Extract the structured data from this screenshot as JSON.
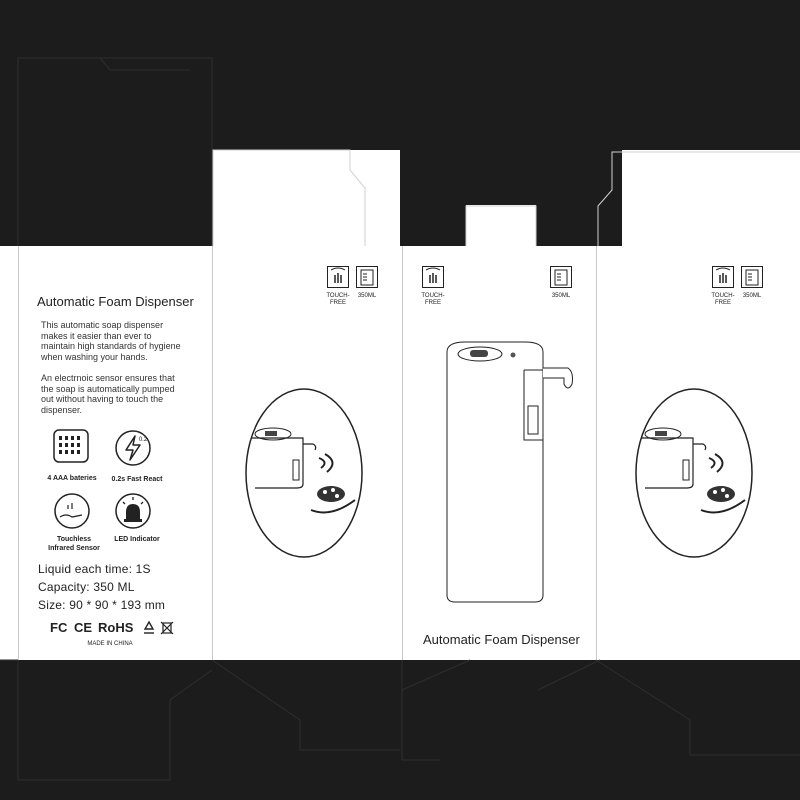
{
  "side_panel": {
    "title": "Automatic Foam Dispenser",
    "paragraph1": "This automatic soap dispenser\nmakes it easier than ever  to\nmaintain high standards of hygiene\nwhen washing your hands.",
    "paragraph2": "An electrnoic sensor ensures that\nthe soap is automatically pumped\nout without  having to touch the\ndispenser.",
    "features": [
      {
        "icon": "battery-grid-icon",
        "label": "4 AAA bateries"
      },
      {
        "icon": "lightning-icon",
        "label": "0.2s Fast React",
        "badge": "0.2"
      },
      {
        "icon": "touchless-sensor-icon",
        "label": "Touchless\nInfrared Sensor"
      },
      {
        "icon": "led-indicator-icon",
        "label": "LED Indicator"
      }
    ],
    "specs": {
      "liquid": "Liquid each time: 1S",
      "capacity": "Capacity: 350 ML",
      "size": "Size: 90 * 90 * 193 mm"
    },
    "certs": {
      "fc": "FC",
      "ce": "CE",
      "rohs": "RoHS"
    },
    "made_in": "MADE IN CHINA"
  },
  "badges": {
    "touch_free": "TOUCH-\nFREE",
    "capacity": "350ML"
  },
  "front_panel": {
    "title": "Automatic Foam Dispenser"
  },
  "colors": {
    "background": "#1c1c1c",
    "panel": "#ffffff",
    "line": "#555555"
  }
}
